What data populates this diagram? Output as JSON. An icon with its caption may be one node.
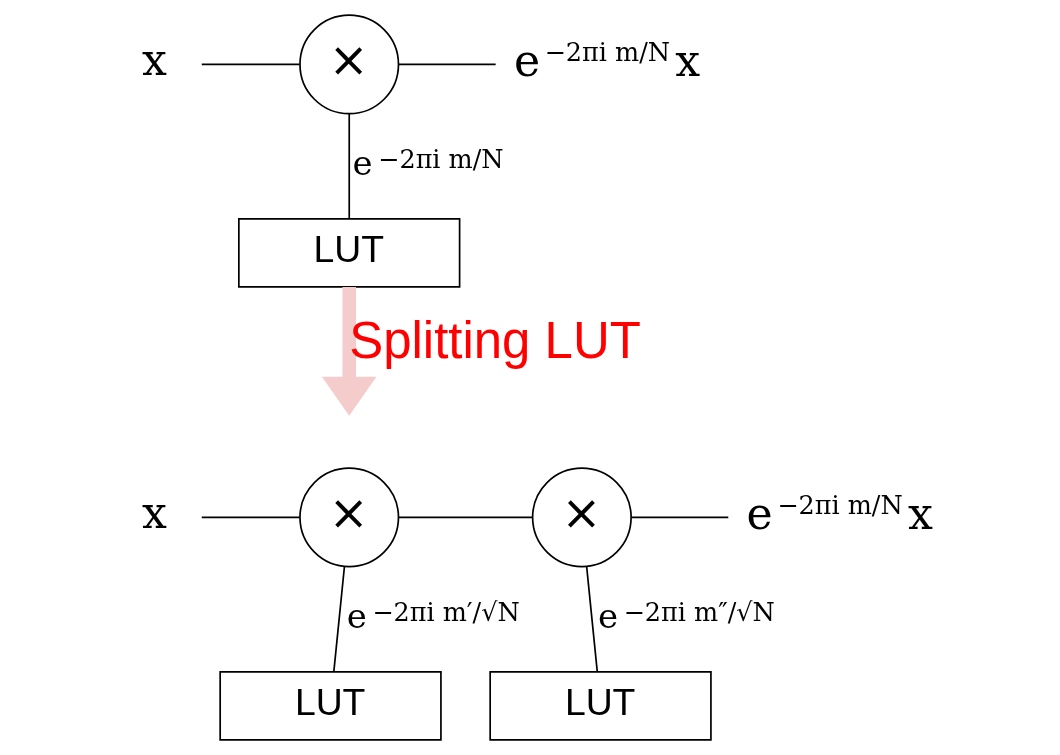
{
  "diagram": {
    "nodes": [
      {
        "text": [
          "x"
        ]
      },
      {
        "text": [
          "×"
        ]
      },
      {
        "text": [
          "e$^{−2πi m/N}$x"
        ]
      },
      {
        "text": [
          "LUT"
        ]
      },
      {
        "text": [
          "x"
        ]
      },
      {
        "text": [
          "×"
        ]
      },
      {
        "text": [
          "×"
        ]
      },
      {
        "text": [
          "e$^{−2πi m/N}$x"
        ]
      },
      {
        "text": [
          "LUT"
        ]
      },
      {
        "text": [
          "LUT"
        ]
      }
    ],
    "edges": [
      {
        "from": 0,
        "to": 1,
        "arrow": "none"
      },
      {
        "from": 1,
        "to": 2,
        "arrow": "none"
      },
      {
        "from": 1,
        "to": 3,
        "arrow": "none",
        "label": "e$^{−2πi m/N}$"
      },
      {
        "from": 3,
        "to": null,
        "arrow": "to",
        "label": "Splitting LUT",
        "style": "thick",
        "color": "#f4cccc"
      },
      {
        "from": 4,
        "to": 5,
        "arrow": "none"
      },
      {
        "from": 5,
        "to": 6,
        "arrow": "none"
      },
      {
        "from": 6,
        "to": 7,
        "arrow": "none"
      },
      {
        "from": 5,
        "to": 8,
        "arrow": "none",
        "label": "e$^{−2πi m′/√N}$"
      },
      {
        "from": 6,
        "to": 9,
        "arrow": "none",
        "label": "e$^{−2πi m″/√N}$"
      }
    ]
  }
}
